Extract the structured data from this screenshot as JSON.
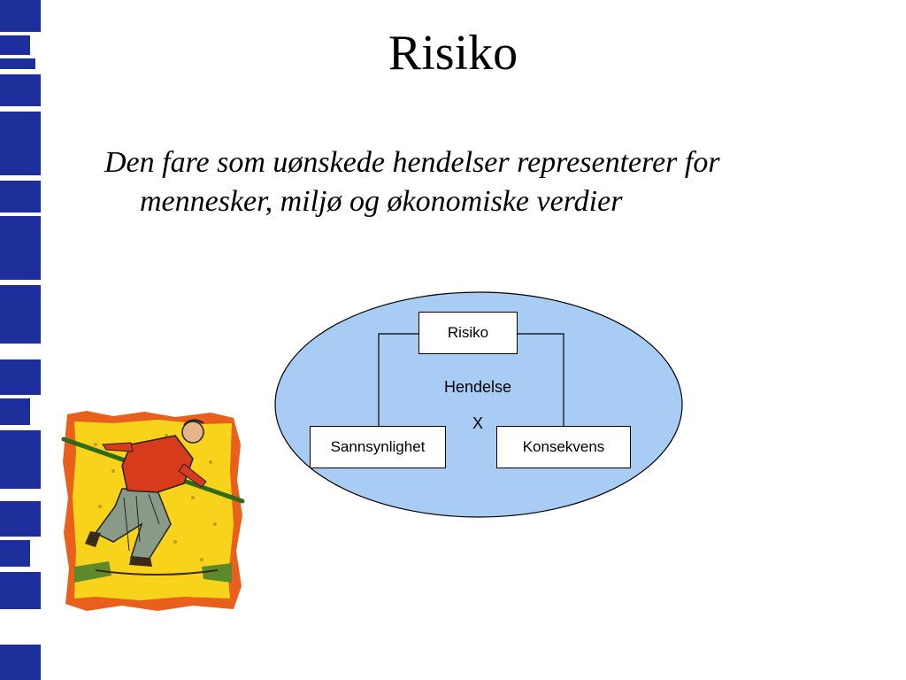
{
  "slide": {
    "title": "Risiko",
    "definition": {
      "line1": "Den fare som uønskede hendelser representerer for",
      "line2": "mennesker, miljø og økonomiske verdier"
    }
  },
  "diagram": {
    "top_box": "Risiko",
    "center_label": "Hendelse",
    "operator": "X",
    "left_box": "Sannsynlighet",
    "right_box": "Konsekvens"
  },
  "colors": {
    "side_band": "#1c2f9a",
    "ellipse_fill": "#a9ccf5",
    "clipart_background": "#f7d31c"
  },
  "icons": {
    "clipart": "tightrope-walker-clipart"
  }
}
